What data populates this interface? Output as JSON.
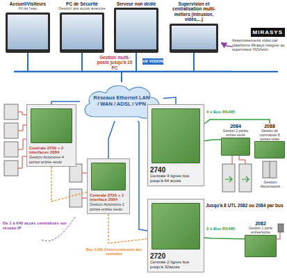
{
  "diagram": {
    "nodes": [
      {
        "text": [
          "Accueil/Visiteurs",
          "Fil de l'eau"
        ]
      },
      {
        "text": [
          "PC de Sécurité",
          "Gestion des accès avancée"
        ]
      },
      {
        "text": [
          "Serveur non dédié"
        ]
      },
      {
        "text": [
          "Supervision et centralisation multi-métiers (intrusion, vidéo,...)"
        ]
      },
      {
        "text": [
          "MIRASYS",
          "Asservissements vidéo par plateforme Mirasys intégrée au superviseur H2Vision"
        ]
      },
      {
        "text": [
          "Réseaux Ethernet LAN / WAN / ADSL / VPN"
        ]
      },
      {
        "text": [
          "Centrale 2740 + 2 interfaces 2084",
          "Gestion Autonome 4 portes entrée seule"
        ]
      },
      {
        "text": [
          "Centrale 2720 + 1 interface 2084",
          "Gestion Autonome 2 portes entrée seule"
        ]
      },
      {
        "text": [
          "2740",
          "Centrale 4 lignes bus jusqu'à 64 accès"
        ]
      },
      {
        "text": [
          "2720",
          "Centrale 2 lignes bus jusqu'à 32accès"
        ]
      },
      {
        "text": [
          "2084",
          "Gestion 2 portes entrée seule"
        ]
      },
      {
        "text": [
          "2088",
          "Gestion de commande 8 sorties relais"
        ]
      },
      {
        "text": [
          "2082",
          "Gestion 1 porte entrée/sortie"
        ]
      }
    ],
    "edges": [
      {
        "from": 0,
        "to": 5,
        "arrow": "none"
      },
      {
        "from": 1,
        "to": 5,
        "arrow": "none"
      },
      {
        "from": 2,
        "to": 5,
        "arrow": "none"
      },
      {
        "from": 3,
        "to": 5,
        "arrow": "none"
      },
      {
        "from": 4,
        "to": 3,
        "arrow": "to"
      },
      {
        "from": 5,
        "to": 6,
        "arrow": "none"
      },
      {
        "from": 5,
        "to": 7,
        "arrow": "none"
      },
      {
        "from": 5,
        "to": 8,
        "arrow": "none"
      },
      {
        "from": 5,
        "to": 9,
        "arrow": "none"
      },
      {
        "from": 6,
        "to": 7,
        "arrow": "none"
      },
      {
        "from": 7,
        "to": 9,
        "arrow": "none"
      },
      {
        "from": 8,
        "to": 10,
        "arrow": "none",
        "label": "4 x Bus RS485"
      },
      {
        "from": 8,
        "to": 11,
        "arrow": "none"
      },
      {
        "from": 9,
        "to": 12,
        "arrow": "none",
        "label": "2 x Bus RS485"
      }
    ],
    "labels": [
      "Gestion multi-poste jusqu'à 10 PC",
      "H2 VISION",
      "De 1 à 640 accès centralisés sur réseau IP",
      "Bus CAN d'interconnexion des centrales",
      "Gestion Ascenseurs",
      "Jusqu'à 8 UTL 2082 ou 2084 par bus"
    ]
  }
}
